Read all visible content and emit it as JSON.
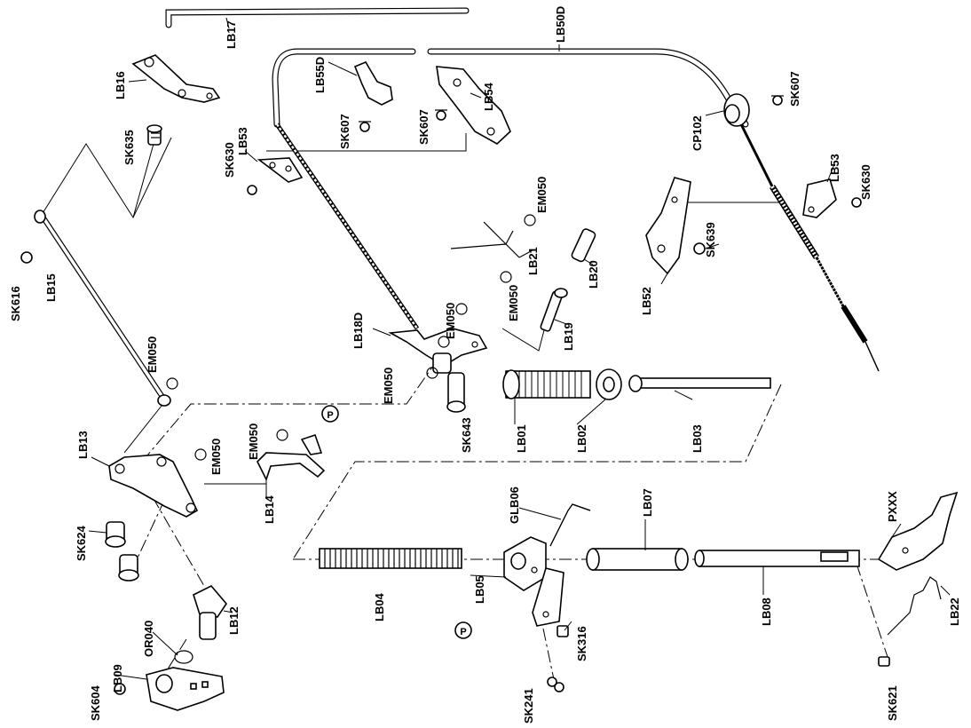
{
  "diagram": {
    "labels": {
      "LB17": "LB17",
      "LB50D": "LB50D",
      "LB16": "LB16",
      "SK635": "SK635",
      "LB55D": "LB55D",
      "SK607a": "SK607",
      "SK607b": "SK607",
      "LB54": "LB54",
      "SK607c": "SK607",
      "CP102": "CP102",
      "SK630a": "SK630",
      "LB53a": "LB53",
      "LB53b": "LB53",
      "SK630b": "SK630",
      "EM050a": "EM050",
      "SK639": "SK639",
      "LB52": "LB52",
      "LB21": "LB21",
      "LB20": "LB20",
      "EM050b": "EM050",
      "SK616": "SK616",
      "LB15": "LB15",
      "LB18D": "LB18D",
      "EM050c": "EM050",
      "LB19": "LB19",
      "EM050d": "EM050",
      "EM050e": "EM050",
      "SK643": "SK643",
      "LB01": "LB01",
      "LB02": "LB02",
      "LB03": "LB03",
      "LB13": "LB13",
      "EM050f": "EM050",
      "EM050g": "EM050",
      "LB14": "LB14",
      "SK624": "SK624",
      "GLB06": "GLB06",
      "LB07": "LB07",
      "PXXX": "PXXX",
      "LB05": "LB05",
      "LB04": "LB04",
      "LB08": "LB08",
      "LB22": "LB22",
      "OR040": "OR040",
      "LB12": "LB12",
      "SK316": "SK316",
      "LB09": "LB09",
      "SK604": "SK604",
      "SK241": "SK241",
      "SK621": "SK621",
      "P1": "P",
      "P2": "P"
    }
  }
}
